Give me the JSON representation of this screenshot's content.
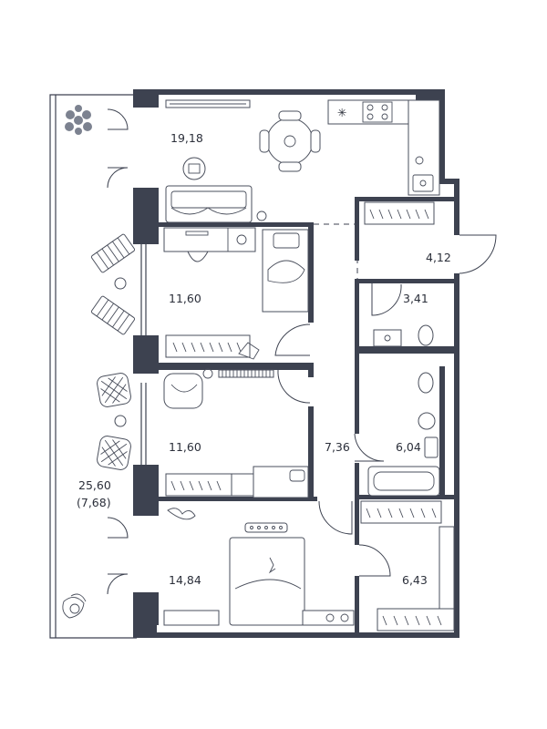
{
  "plan": {
    "rooms": [
      {
        "id": "living-kitchen",
        "area": "19,18"
      },
      {
        "id": "bedroom-1",
        "area": "11,60"
      },
      {
        "id": "bedroom-2",
        "area": "11,60"
      },
      {
        "id": "bedroom-master",
        "area": "14,84"
      },
      {
        "id": "hall",
        "area": "4,12"
      },
      {
        "id": "wc",
        "area": "3,41"
      },
      {
        "id": "corridor",
        "area": "7,36"
      },
      {
        "id": "bathroom",
        "area": "6,04"
      },
      {
        "id": "wardrobe",
        "area": "6,43"
      }
    ],
    "balcony": {
      "area": "25,60",
      "area_reduced": "(7,68)"
    }
  },
  "colors": {
    "wall": "#3d4250",
    "line": "#4a4f5c",
    "text": "#2b2f3a",
    "plant": "#7c8290"
  }
}
